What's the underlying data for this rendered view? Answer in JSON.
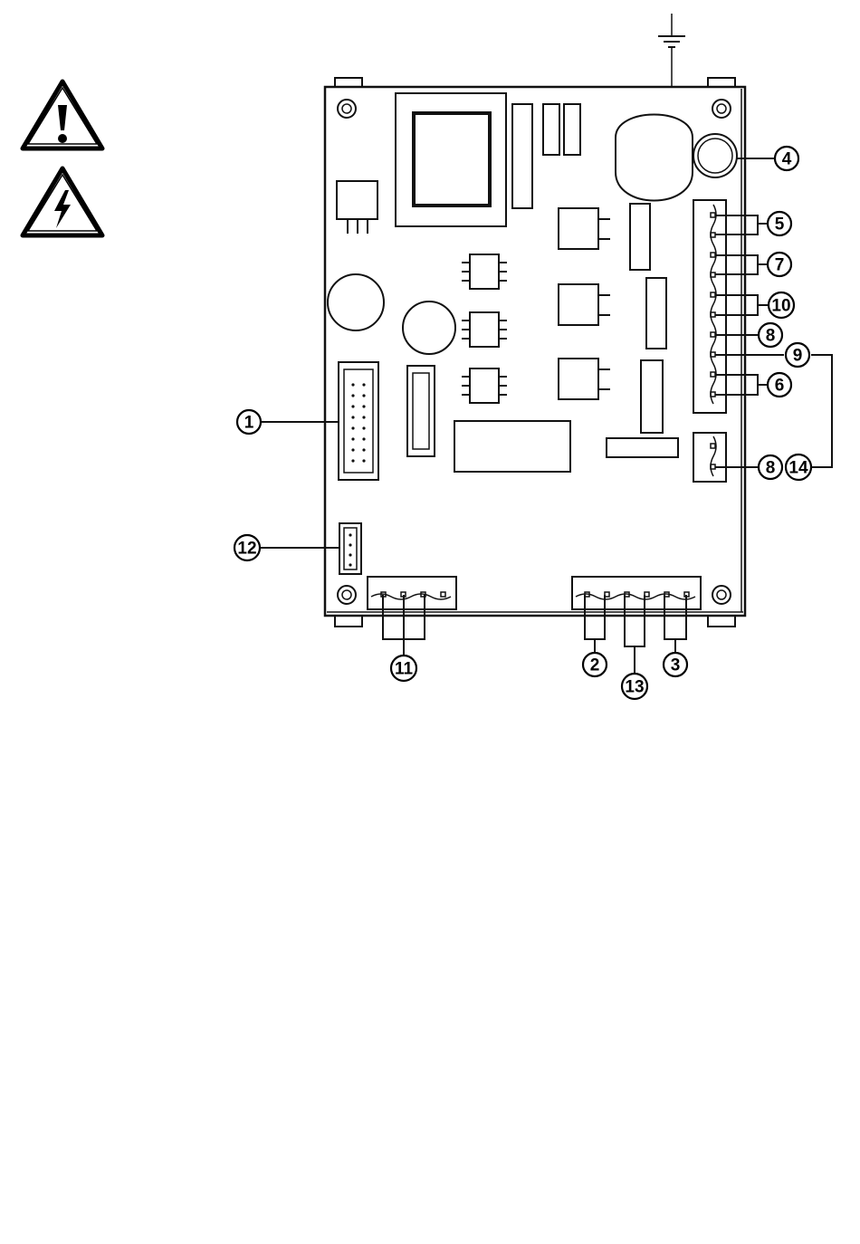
{
  "warnings": [
    {
      "icon": "warning-exclamation-icon"
    },
    {
      "icon": "electric-shock-hazard-icon"
    }
  ],
  "ground": {
    "icon": "ground-symbol-icon"
  },
  "callouts": [
    {
      "id": "1",
      "label": "1"
    },
    {
      "id": "2",
      "label": "2"
    },
    {
      "id": "3",
      "label": "3"
    },
    {
      "id": "4",
      "label": "4"
    },
    {
      "id": "5",
      "label": "5"
    },
    {
      "id": "6",
      "label": "6"
    },
    {
      "id": "7",
      "label": "7"
    },
    {
      "id": "8a",
      "label": "8"
    },
    {
      "id": "8b",
      "label": "8"
    },
    {
      "id": "9",
      "label": "9"
    },
    {
      "id": "10",
      "label": "10"
    },
    {
      "id": "11",
      "label": "11"
    },
    {
      "id": "12",
      "label": "12"
    },
    {
      "id": "13",
      "label": "13"
    },
    {
      "id": "14",
      "label": "14"
    }
  ]
}
